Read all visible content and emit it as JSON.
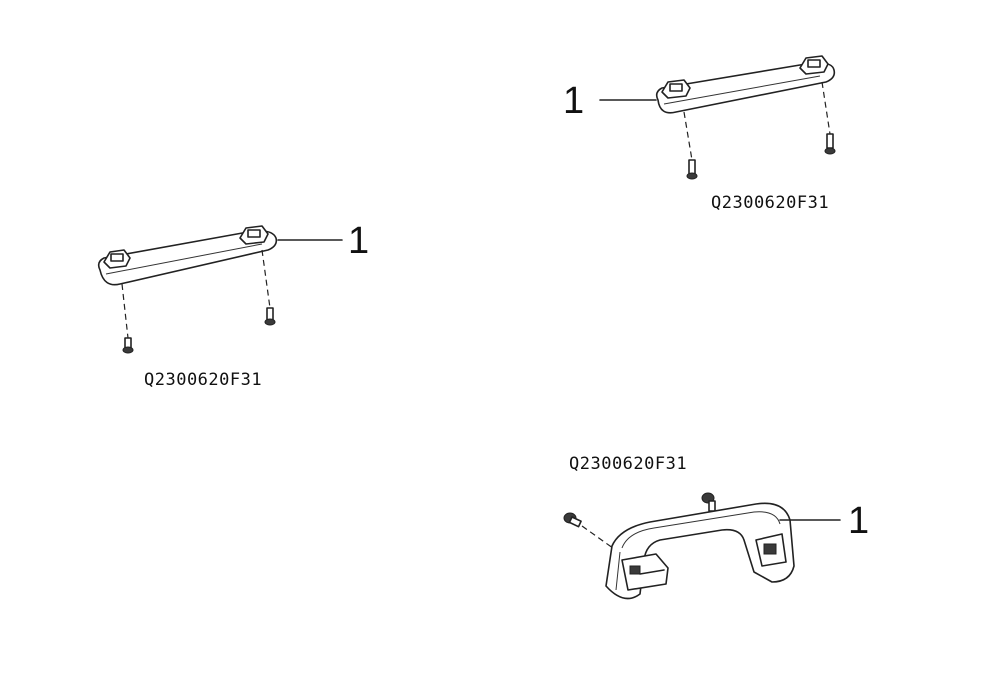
{
  "assemblies": [
    {
      "id": "left",
      "callout": "1",
      "part_number": "Q2300620F31"
    },
    {
      "id": "top-right",
      "callout": "1",
      "part_number": "Q2300620F31"
    },
    {
      "id": "bottom-right",
      "callout": "1",
      "part_number": "Q2300620F31"
    }
  ]
}
